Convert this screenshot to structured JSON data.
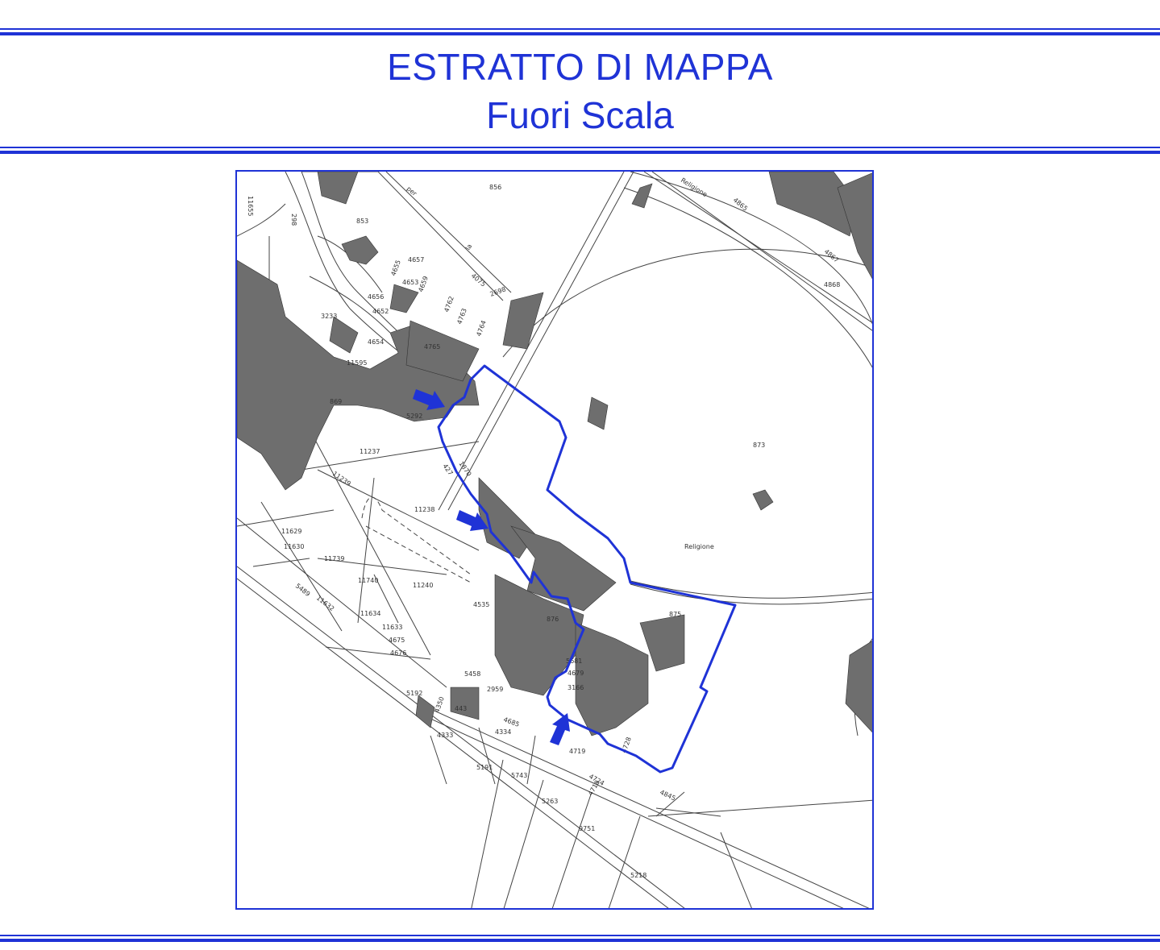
{
  "header": {
    "title": "ESTRATTO DI MAPPA",
    "subtitle": "Fuori Scala"
  },
  "colors": {
    "accent": "#1f33d6",
    "building": "#6e6e6e",
    "line": "#444444"
  },
  "map": {
    "parcels": [
      {
        "id": "p856",
        "label": "856"
      },
      {
        "id": "p853",
        "label": "853"
      },
      {
        "id": "p11655",
        "label": "11655"
      },
      {
        "id": "p298",
        "label": "298"
      },
      {
        "id": "p3233",
        "label": "3233"
      },
      {
        "id": "p4657",
        "label": "4657"
      },
      {
        "id": "p4655",
        "label": "4655"
      },
      {
        "id": "p4653",
        "label": "4653"
      },
      {
        "id": "p4659",
        "label": "4659"
      },
      {
        "id": "p4656",
        "label": "4656"
      },
      {
        "id": "p4652",
        "label": "4652"
      },
      {
        "id": "p4654",
        "label": "4654"
      },
      {
        "id": "p11595",
        "label": "11595"
      },
      {
        "id": "p4075",
        "label": "4075"
      },
      {
        "id": "p2698",
        "label": "2698"
      },
      {
        "id": "p4762",
        "label": "4762"
      },
      {
        "id": "p4763",
        "label": "4763"
      },
      {
        "id": "p4764",
        "label": "4764"
      },
      {
        "id": "p4765",
        "label": "4765"
      },
      {
        "id": "p869",
        "label": "869"
      },
      {
        "id": "p5292",
        "label": "5292"
      },
      {
        "id": "p11237",
        "label": "11237"
      },
      {
        "id": "p11239",
        "label": "11239"
      },
      {
        "id": "p11238",
        "label": "11238"
      },
      {
        "id": "p427",
        "label": "427"
      },
      {
        "id": "p1870",
        "label": "1870"
      },
      {
        "id": "p873",
        "label": "873"
      },
      {
        "id": "p4865",
        "label": "4865"
      },
      {
        "id": "p4867",
        "label": "4867"
      },
      {
        "id": "p4868",
        "label": "4868"
      },
      {
        "id": "p11629",
        "label": "11629"
      },
      {
        "id": "p11630",
        "label": "11630"
      },
      {
        "id": "p11739",
        "label": "11739"
      },
      {
        "id": "p11740",
        "label": "11740"
      },
      {
        "id": "p11240",
        "label": "11240"
      },
      {
        "id": "p5489",
        "label": "5489"
      },
      {
        "id": "p11632",
        "label": "11632"
      },
      {
        "id": "p11634",
        "label": "11634"
      },
      {
        "id": "p11633",
        "label": "11633"
      },
      {
        "id": "p4675",
        "label": "4675"
      },
      {
        "id": "p4676",
        "label": "4676"
      },
      {
        "id": "p4535",
        "label": "4535"
      },
      {
        "id": "p876",
        "label": "876"
      },
      {
        "id": "p875",
        "label": "875"
      },
      {
        "id": "p5458",
        "label": "5458"
      },
      {
        "id": "p2959",
        "label": "2959"
      },
      {
        "id": "p5681",
        "label": "5681"
      },
      {
        "id": "p4679",
        "label": "4679"
      },
      {
        "id": "p3166",
        "label": "3166"
      },
      {
        "id": "p5192",
        "label": "5192"
      },
      {
        "id": "p4350",
        "label": "4350"
      },
      {
        "id": "p443",
        "label": "443"
      },
      {
        "id": "p4333",
        "label": "4333"
      },
      {
        "id": "p4334",
        "label": "4334"
      },
      {
        "id": "p4685",
        "label": "4685"
      },
      {
        "id": "p5191",
        "label": "5191"
      },
      {
        "id": "p5743",
        "label": "5743"
      },
      {
        "id": "p5263",
        "label": "5263"
      },
      {
        "id": "p9751",
        "label": "9751"
      },
      {
        "id": "p5218",
        "label": "5218"
      },
      {
        "id": "p4845",
        "label": "4845"
      },
      {
        "id": "p4719",
        "label": "4719"
      },
      {
        "id": "p4724",
        "label": "4724"
      },
      {
        "id": "p4718",
        "label": "4718"
      },
      {
        "id": "p4728",
        "label": "4728"
      }
    ],
    "street_labels": [
      {
        "id": "s-per",
        "label": "per"
      },
      {
        "id": "s-la",
        "label": "la"
      },
      {
        "id": "s-religione-top",
        "label": "Religione"
      },
      {
        "id": "s-religione",
        "label": "Religione"
      }
    ]
  }
}
